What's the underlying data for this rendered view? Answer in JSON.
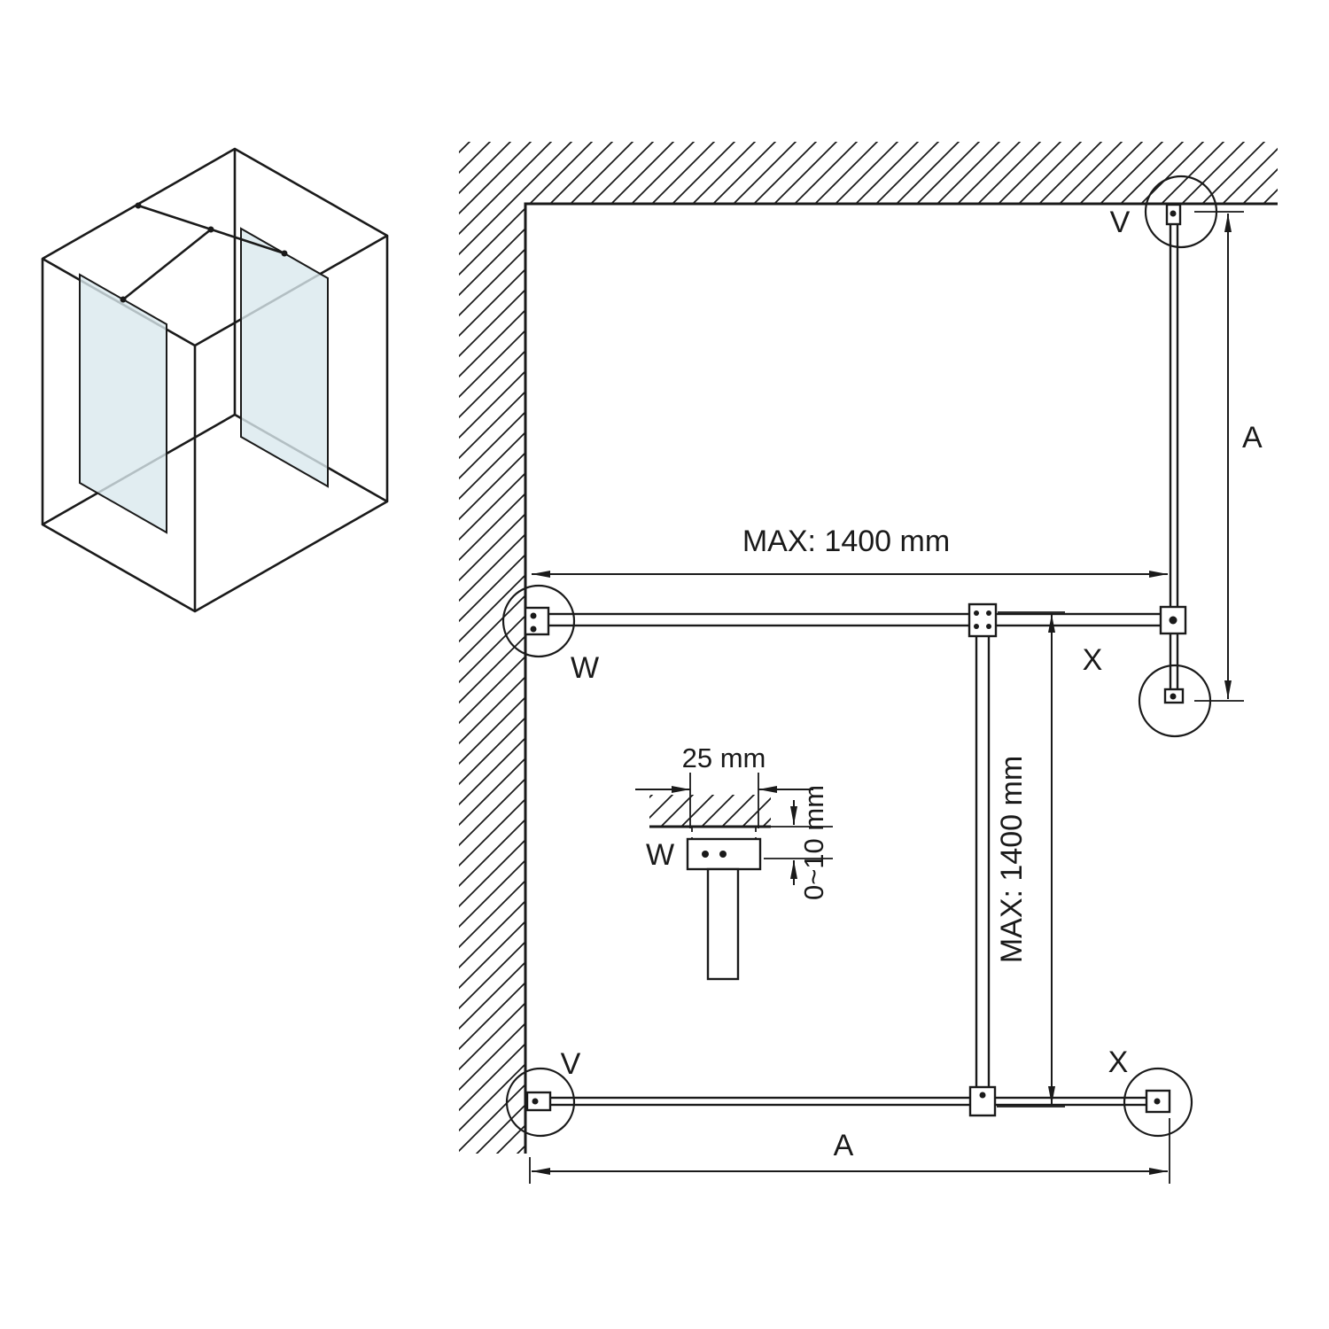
{
  "labels": {
    "v_top": "V",
    "w_wall": "W",
    "x_mid": "X",
    "v_bottom": "V",
    "x_bottom": "X",
    "w_inset": "W"
  },
  "dimensions": {
    "top_max": "MAX: 1400 mm",
    "middle_max": "MAX: 1400 mm",
    "right_length": "A",
    "bottom_length": "A",
    "bracket_width": "25 mm",
    "wall_gap": "0~10 mm"
  },
  "colors": {
    "line": "#1a1a1a",
    "glass": "#d9e9ee",
    "background": "#ffffff"
  }
}
